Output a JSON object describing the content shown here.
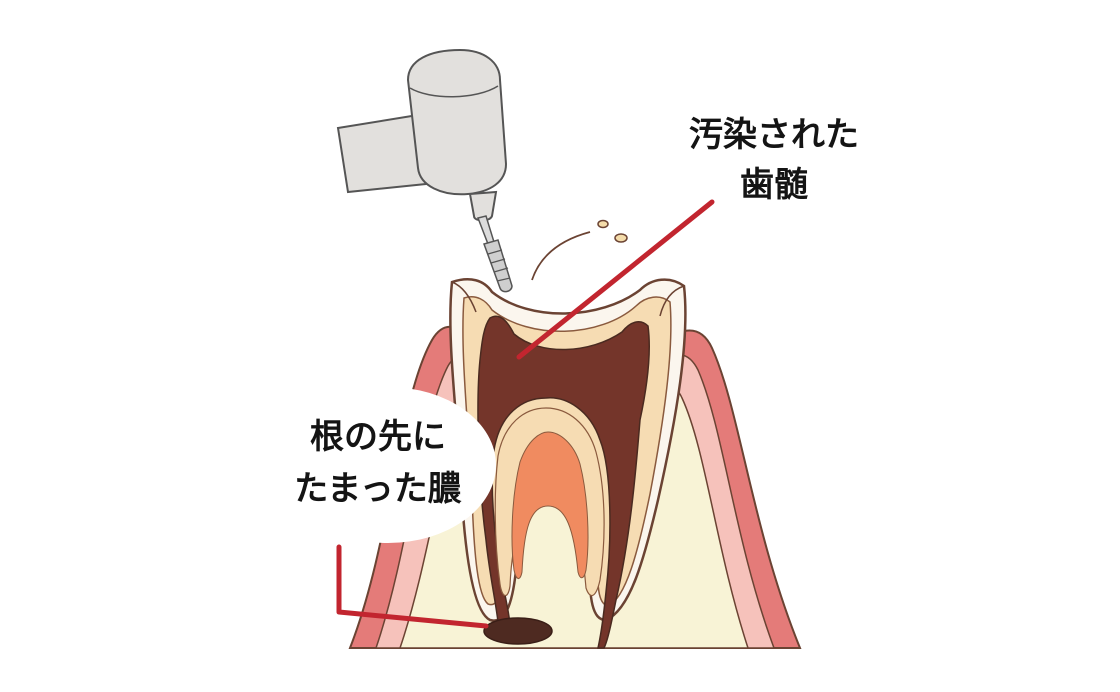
{
  "labels": {
    "infected_pulp_line1": "汚染された",
    "infected_pulp_line2": "歯髄",
    "pus_line1": "根の先に",
    "pus_line2": "たまった膿"
  },
  "colors": {
    "leader_line": "#c2252f",
    "gum_outer": "#e47b79",
    "gum_inner": "#f6c2bb",
    "bone": "#f8f3d6",
    "enamel": "#fbf6ee",
    "dentin": "#f6dcb3",
    "infected_pulp": "#74352a",
    "inner_pulp": "#f08b60",
    "outline": "#6b4333",
    "drill_body": "#e2e0dd",
    "pus": "#4e2a21"
  }
}
